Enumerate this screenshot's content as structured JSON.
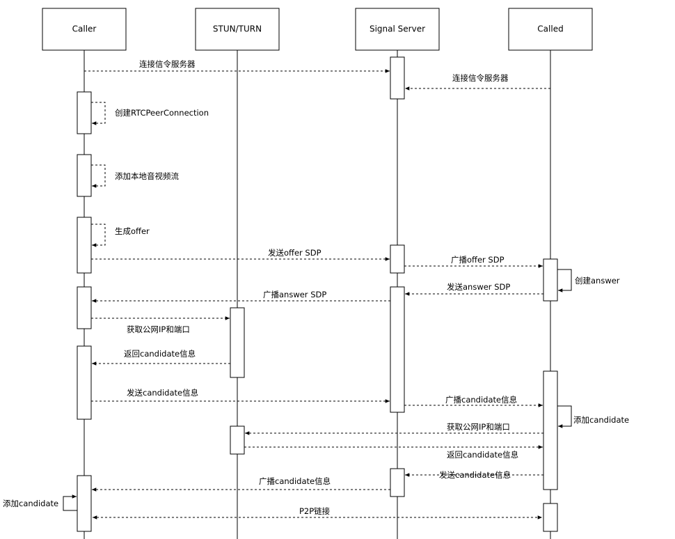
{
  "participants": [
    {
      "id": "caller",
      "label": "Caller"
    },
    {
      "id": "stun",
      "label": "STUN/TURN"
    },
    {
      "id": "signal",
      "label": "Signal Server"
    },
    {
      "id": "called",
      "label": "Called"
    }
  ],
  "messages": [
    {
      "id": "m1",
      "from": "caller",
      "to": "signal",
      "label": "连接信令服务器"
    },
    {
      "id": "m2",
      "from": "called",
      "to": "signal",
      "label": "连接信令服务器"
    },
    {
      "id": "m3",
      "from": "caller",
      "to": "caller",
      "label": "创建RTCPeerConnection"
    },
    {
      "id": "m4",
      "from": "caller",
      "to": "caller",
      "label": "添加本地音视频流"
    },
    {
      "id": "m5",
      "from": "caller",
      "to": "caller",
      "label": "生成offer"
    },
    {
      "id": "m6",
      "from": "caller",
      "to": "signal",
      "label": "发送offer SDP"
    },
    {
      "id": "m7",
      "from": "signal",
      "to": "called",
      "label": "广播offer SDP"
    },
    {
      "id": "m8",
      "from": "called",
      "to": "called",
      "label": "创建answer"
    },
    {
      "id": "m9",
      "from": "called",
      "to": "signal",
      "label": "发送answer SDP"
    },
    {
      "id": "m10",
      "from": "signal",
      "to": "caller",
      "label": "广播answer SDP"
    },
    {
      "id": "m11",
      "from": "caller",
      "to": "stun",
      "label": "获取公网IP和端口"
    },
    {
      "id": "m12",
      "from": "stun",
      "to": "caller",
      "label": "返回candidate信息"
    },
    {
      "id": "m13",
      "from": "caller",
      "to": "signal",
      "label": "发送candidate信息"
    },
    {
      "id": "m14",
      "from": "signal",
      "to": "called",
      "label": "广播candidate信息"
    },
    {
      "id": "m15",
      "from": "called",
      "to": "called",
      "label": "添加candidate"
    },
    {
      "id": "m16",
      "from": "called",
      "to": "stun",
      "label": "获取公网IP和端口"
    },
    {
      "id": "m17",
      "from": "stun",
      "to": "called",
      "label": "返回candidate信息"
    },
    {
      "id": "m18",
      "from": "called",
      "to": "signal",
      "label": "发送candidate信息"
    },
    {
      "id": "m19",
      "from": "signal",
      "to": "caller",
      "label": "广播candidate信息"
    },
    {
      "id": "m20",
      "from": "caller",
      "to": "caller",
      "label": "添加candidate"
    },
    {
      "id": "m21",
      "from": "caller",
      "to": "called",
      "label": "P2P链接"
    }
  ]
}
